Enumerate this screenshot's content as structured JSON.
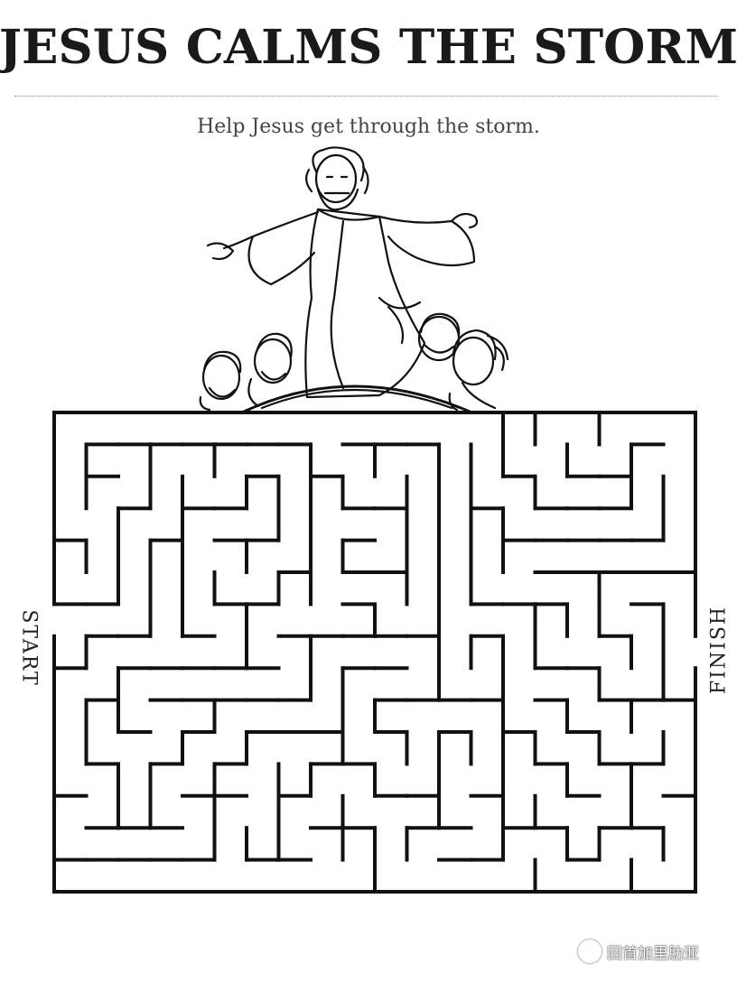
{
  "page": {
    "title": "JESUS CALMS THE STORM",
    "instruction": "Help Jesus get through the storm."
  },
  "maze": {
    "start_label": "START",
    "finish_label": "FINISH"
  },
  "illustration": {
    "subject": "Jesus standing in a boat with arms outstretched, disciples huddled around him",
    "icon_name": "jesus-in-boat-illustration"
  },
  "watermark": {
    "text": "回首加里肋亚",
    "icon_name": "wechat-channel-icon"
  }
}
